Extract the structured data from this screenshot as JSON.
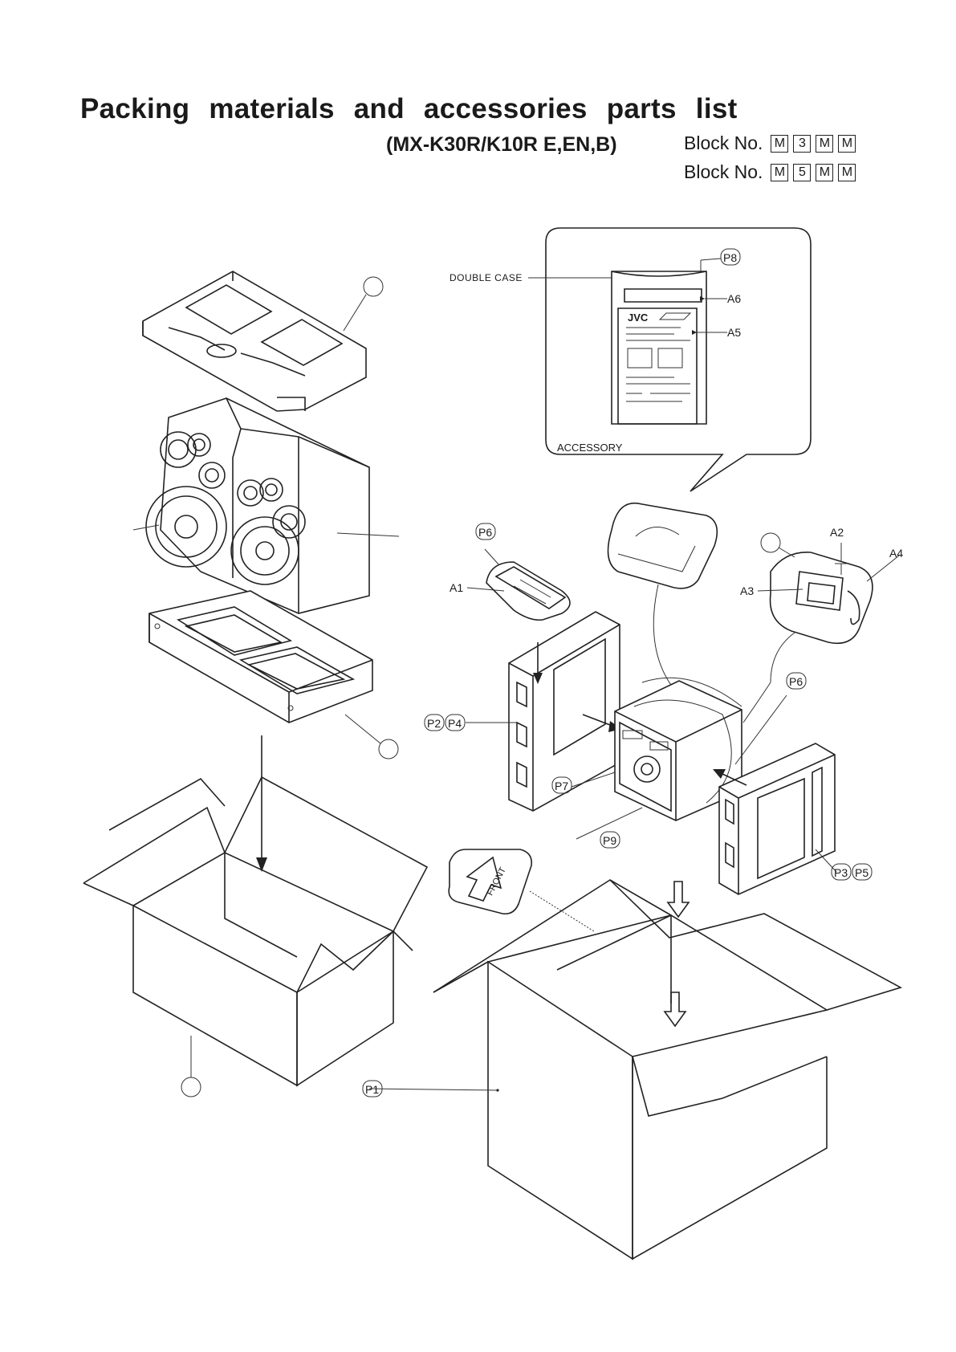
{
  "title": "Packing materials and accessories parts list",
  "model": "(MX-K30R/K10R  E,EN,B)",
  "block_rows": [
    {
      "label": "Block No.",
      "codes": [
        "M",
        "3",
        "M",
        "M"
      ]
    },
    {
      "label": "Block No.",
      "codes": [
        "M",
        "5",
        "M",
        "M"
      ]
    }
  ],
  "labels": {
    "double_case": "DOUBLE CASE",
    "accessory": "ACCESSORY",
    "front": "FRONT",
    "jvc": "JVC"
  },
  "parts": {
    "p1": "P1",
    "p2": "P2",
    "p3": "P3",
    "p4": "P4",
    "p5": "P5",
    "p6a": "P6",
    "p6b": "P6",
    "p7": "P7",
    "p8": "P8",
    "p9": "P9",
    "a1": "A1",
    "a2": "A2",
    "a3": "A3",
    "a4": "A4",
    "a5": "A5",
    "a6": "A6"
  }
}
